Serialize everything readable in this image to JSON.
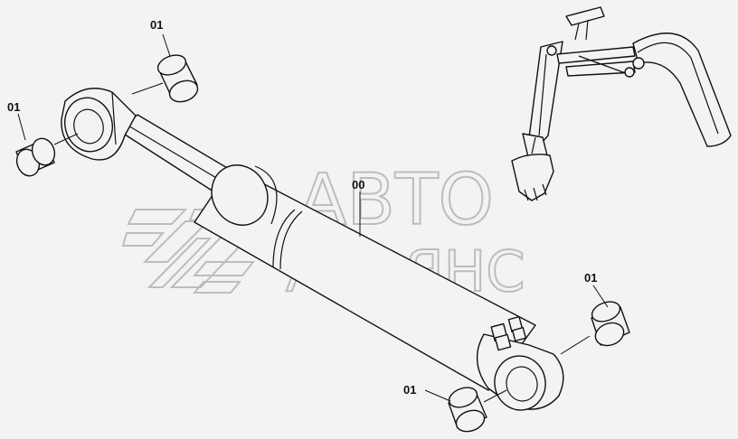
{
  "watermark": {
    "line1": "АВТО",
    "line2": "АЛЬЯНС"
  },
  "callouts": {
    "top_left": "01",
    "left": "01",
    "center": "00",
    "right": "01",
    "bottom": "01"
  },
  "colors": {
    "background": "#f3f3f3",
    "ink": "#111111",
    "watermark": "#bdbdbd"
  }
}
